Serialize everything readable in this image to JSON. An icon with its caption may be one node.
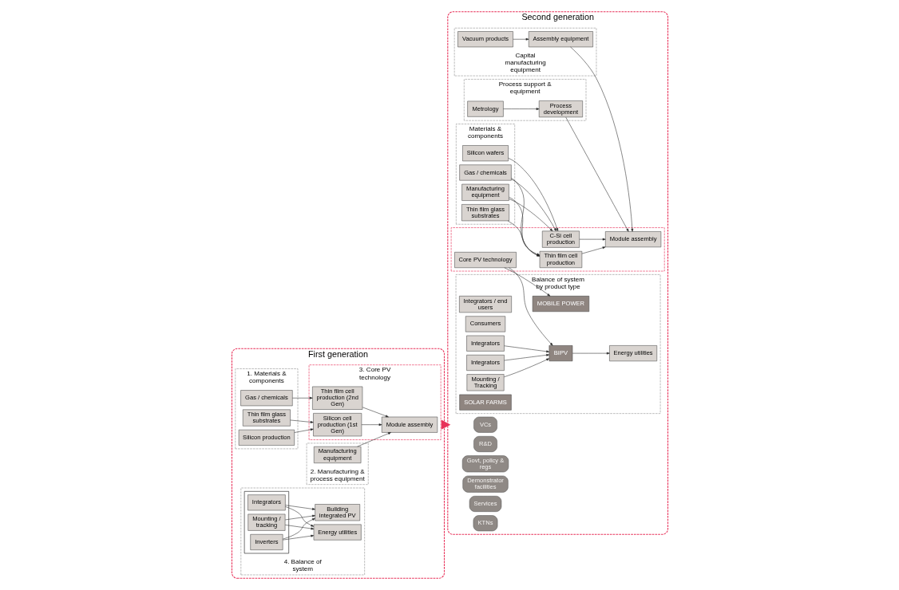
{
  "diagram": {
    "nodes": [
      {
        "text": [
          "Second generation"
        ]
      },
      {
        "text": [
          "VCs"
        ],
        "in": 0
      },
      {
        "text": [
          "R&D"
        ],
        "in": 0
      },
      {
        "text": [
          "Govt, policy & regs"
        ],
        "in": 0
      },
      {
        "text": [
          "Demonstrator facilities"
        ],
        "in": 0
      },
      {
        "text": [
          "Services"
        ],
        "in": 0
      },
      {
        "text": [
          "KTNs"
        ],
        "in": 0
      },
      {
        "text": [
          "Materials & components"
        ],
        "in": 0
      },
      {
        "text": [
          "Silicon wafers"
        ],
        "in": 7
      },
      {
        "text": [
          "Gas / chemicals"
        ],
        "in": 7
      },
      {
        "text": [
          "Manufacturing equipment"
        ],
        "in": 7
      },
      {
        "text": [
          "Thin film glass substrates"
        ],
        "in": 7
      },
      {
        "text": [
          "Process support & equipment"
        ],
        "in": 0
      },
      {
        "text": [
          "Metrology"
        ],
        "in": 12
      },
      {
        "text": [
          "Process development"
        ],
        "in": 12
      },
      {
        "text": [],
        "shape": "box",
        "in": 0
      },
      {
        "text": [
          "C-Si cell production"
        ],
        "in": 15
      },
      {
        "text": [
          "Core PV technology"
        ],
        "in": 15
      },
      {
        "text": [
          "Thin film cell production"
        ],
        "in": 15
      },
      {
        "text": [
          "Module assembly"
        ],
        "in": 15
      },
      {
        "text": [
          "Capital manufacturing equipment"
        ],
        "in": 0
      },
      {
        "text": [
          "Vacuum products"
        ],
        "in": 20
      },
      {
        "text": [
          "Assembly equipment"
        ],
        "in": 20
      },
      {
        "text": [
          "Balance of system by product type"
        ],
        "in": 0
      },
      {
        "text": [
          "MOBILE POWER"
        ],
        "in": 23
      },
      {
        "text": [
          "Integrators / end users"
        ],
        "in": 23
      },
      {
        "text": [
          "BIPV"
        ],
        "in": 23
      },
      {
        "text": [
          "Consumers"
        ],
        "in": 23
      },
      {
        "text": [
          "Mounting / Tracking"
        ],
        "in": 23
      },
      {
        "text": [
          "Integrators"
        ],
        "in": 23
      },
      {
        "text": [
          "Integrators"
        ],
        "in": 23
      },
      {
        "text": [
          "SOLAR FARMS"
        ],
        "in": 23
      },
      {
        "text": [
          "Energy utilities"
        ],
        "in": 23
      },
      {
        "text": [
          "First generation"
        ]
      },
      {
        "text": [
          "1. Materials & components"
        ],
        "in": 33
      },
      {
        "text": [
          "Silicon production"
        ],
        "in": 34
      },
      {
        "text": [
          "Gas / chemicals"
        ],
        "in": 34
      },
      {
        "text": [
          "Thin film glass substrates"
        ],
        "in": 34
      },
      {
        "text": [
          "3. Core PV technology"
        ],
        "in": 33
      },
      {
        "text": [
          "Silicon cell production (1st Gen)"
        ],
        "in": 38
      },
      {
        "text": [
          "Thin film cell production (2nd Gen)"
        ],
        "in": 38
      },
      {
        "text": [
          "Module assembly"
        ],
        "in": 38
      },
      {
        "text": [
          "2. Manufacturing & process equipment"
        ],
        "in": 33
      },
      {
        "text": [
          "Manufacturing equipment"
        ],
        "in": 42
      },
      {
        "text": [
          "4. Balance of system"
        ],
        "in": 33
      },
      {
        "text": [
          "Building integrated PV"
        ],
        "in": 44
      },
      {
        "text": [
          "Energy utilities"
        ],
        "in": 44
      },
      {
        "text": [],
        "shape": "box",
        "in": 44
      },
      {
        "text": [
          "Mounting / tracking"
        ],
        "in": 47
      },
      {
        "text": [
          "Inverters"
        ],
        "in": 47
      },
      {
        "text": [
          "Integrators"
        ],
        "in": 47
      }
    ],
    "edges": [
      {
        "from": 33,
        "to": 0,
        "arrow": "to",
        "style": "thick",
        "color": "#e8325a"
      },
      {
        "from": 8,
        "to": 16,
        "arrow": "to"
      },
      {
        "from": 9,
        "to": 16,
        "arrow": "to"
      },
      {
        "from": 9,
        "to": 18,
        "arrow": "to"
      },
      {
        "from": 10,
        "to": 16,
        "arrow": "to"
      },
      {
        "from": 10,
        "to": 18,
        "arrow": "to"
      },
      {
        "from": 11,
        "to": 18,
        "arrow": "to"
      },
      {
        "from": 13,
        "to": 14,
        "arrow": "to"
      },
      {
        "from": 14,
        "to": 19,
        "arrow": "to"
      },
      {
        "from": 16,
        "to": 19,
        "arrow": "to"
      },
      {
        "from": 18,
        "to": 19,
        "arrow": "to"
      },
      {
        "from": 21,
        "to": 22,
        "arrow": "to"
      },
      {
        "from": 22,
        "to": 19,
        "arrow": "to"
      },
      {
        "from": 17,
        "to": 24,
        "arrow": "to"
      },
      {
        "from": 17,
        "to": 26,
        "arrow": "to"
      },
      {
        "from": 28,
        "to": 26,
        "arrow": "to"
      },
      {
        "from": 29,
        "to": 26,
        "arrow": "to"
      },
      {
        "from": 30,
        "to": 26,
        "arrow": "to"
      },
      {
        "from": 26,
        "to": 32,
        "arrow": "to"
      },
      {
        "from": 35,
        "to": 39,
        "arrow": "to"
      },
      {
        "from": 37,
        "to": 39,
        "arrow": "to"
      },
      {
        "from": 36,
        "to": 40,
        "arrow": "to"
      },
      {
        "from": 39,
        "to": 41,
        "arrow": "to"
      },
      {
        "from": 40,
        "to": 41,
        "arrow": "to"
      },
      {
        "from": 43,
        "to": 41,
        "arrow": "to"
      },
      {
        "from": 48,
        "to": 45,
        "arrow": "to"
      },
      {
        "from": 49,
        "to": 45,
        "arrow": "to"
      },
      {
        "from": 50,
        "to": 45,
        "arrow": "to"
      },
      {
        "from": 48,
        "to": 46,
        "arrow": "to"
      },
      {
        "from": 49,
        "to": 46,
        "arrow": "to"
      },
      {
        "from": 50,
        "to": 46,
        "arrow": "to"
      }
    ]
  }
}
